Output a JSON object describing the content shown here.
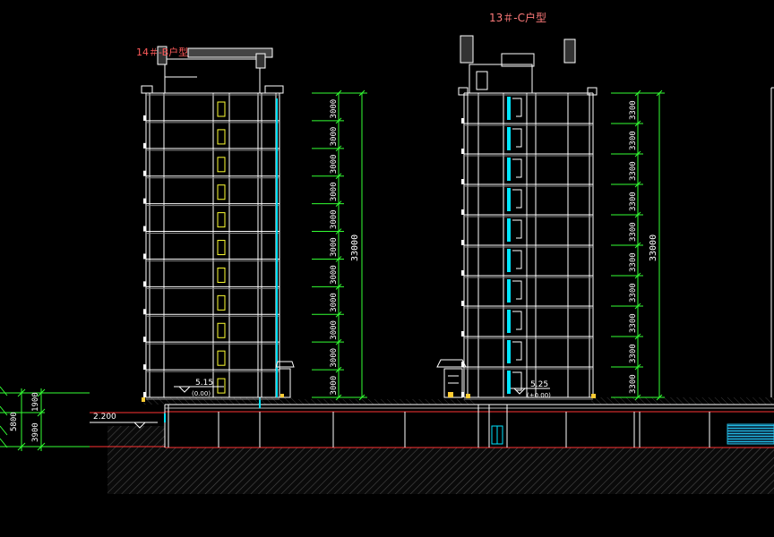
{
  "labels": {
    "tower_b": "14＃-B户型",
    "tower_c": "13＃-C户型",
    "elev_left": "2.200",
    "elev_b_floor": "5.15",
    "elev_c_floor": "5.25",
    "b_floor_sub": "(0.00)",
    "c_floor_sub": "(±0.00)"
  },
  "tower_b_dims": {
    "floor_height": "3000",
    "total": "33000",
    "floors": 11
  },
  "tower_c_dims": {
    "floor_height": "3300",
    "total": "33000",
    "floors": 10
  },
  "left_dims": {
    "total": "5800",
    "upper": "1900",
    "lower": "3900"
  },
  "colors": {
    "line": "#ffffff",
    "dimension": "#33ff33",
    "ground": "#ff3333",
    "cyan": "#00e5ff",
    "yellow": "#ffff33",
    "label": "#ff5a5a"
  }
}
